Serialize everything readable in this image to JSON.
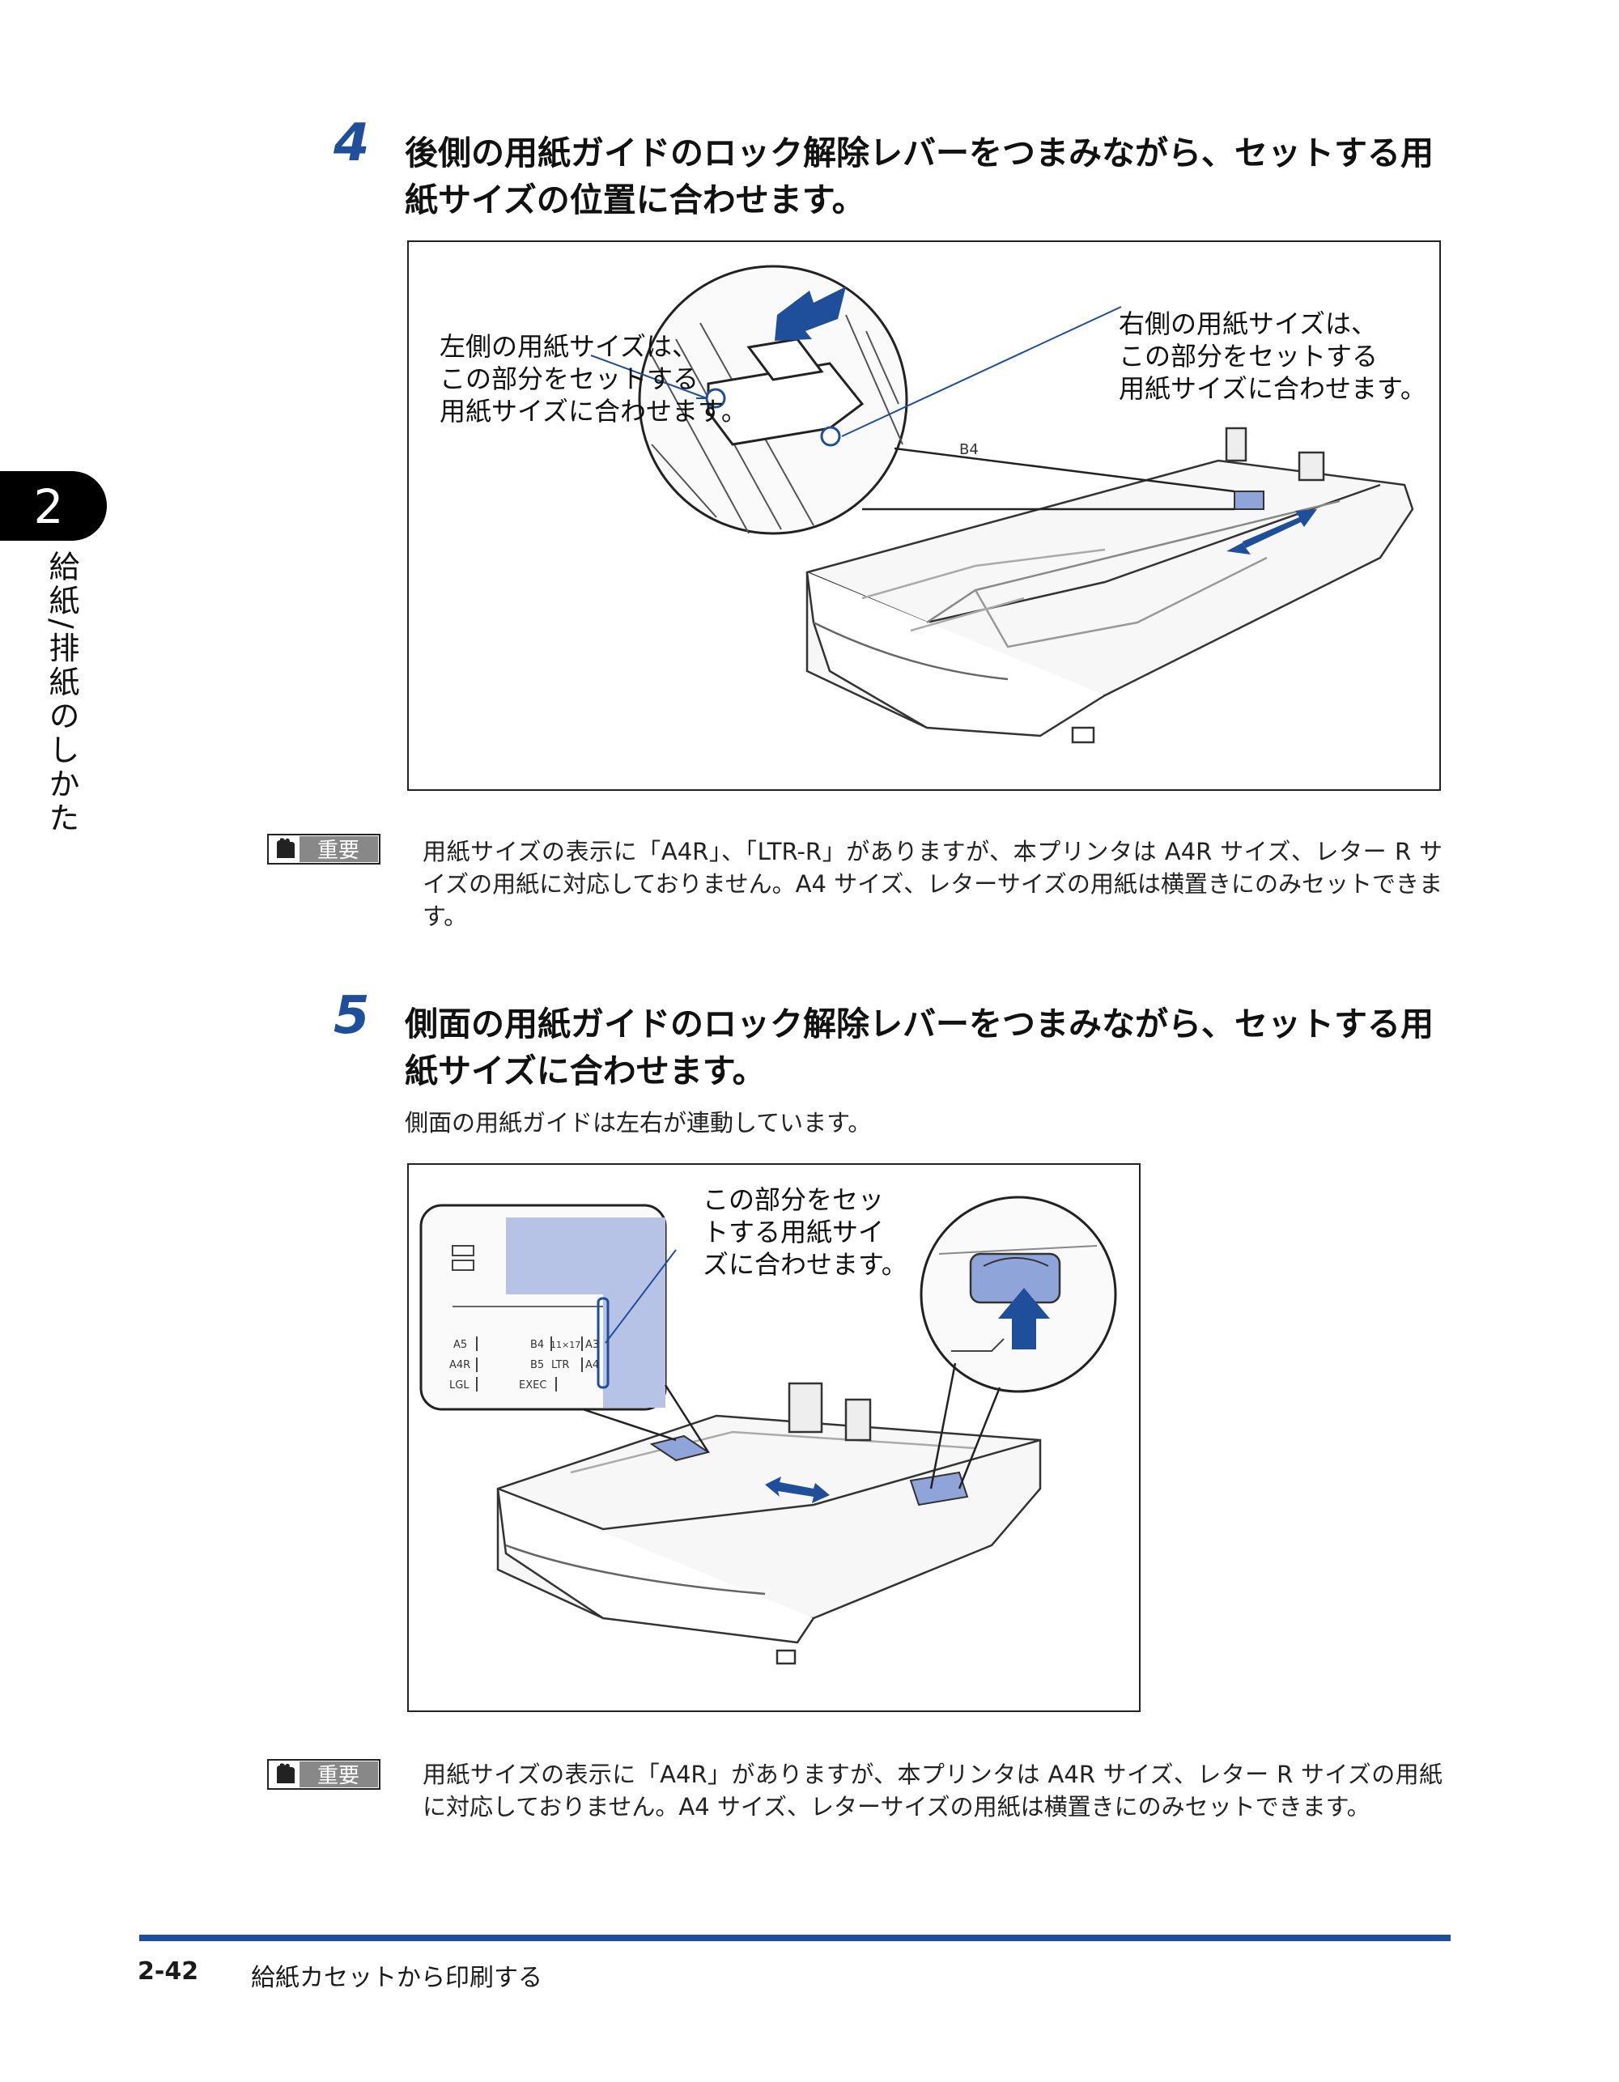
{
  "sidebar": {
    "chapter_number": "2",
    "chapter_title": "給紙/排紙のしかた"
  },
  "step4": {
    "number": "4",
    "title": "後側の用紙ガイドのロック解除レバーをつまみながら、セットする用紙サイズの位置に合わせます。",
    "callout_left": [
      "左側の用紙サイズは、",
      "この部分をセットする",
      "用紙サイズに合わせます。"
    ],
    "callout_right": [
      "右側の用紙サイズは、",
      "この部分をセットする",
      "用紙サイズに合わせます。"
    ],
    "guide_label": "B4"
  },
  "important1": {
    "badge": "重要",
    "text": "用紙サイズの表示に「A4R」、「LTR-R」がありますが、本プリンタは A4R サイズ、レター R サイズの用紙に対応しておりません。A4 サイズ、レターサイズの用紙は横置きにのみセットできます。"
  },
  "step5": {
    "number": "5",
    "title": "側面の用紙ガイドのロック解除レバーをつまみながら、セットする用紙サイズに合わせます。",
    "description": "側面の用紙ガイドは左右が連動しています。",
    "callout": [
      "この部分をセッ",
      "トする用紙サイ",
      "ズに合わせます。"
    ],
    "scale_labels": {
      "row1": [
        "A5",
        "B4",
        "11×17",
        "A3"
      ],
      "row2": [
        "A4R",
        "B5",
        "LTR",
        "A4"
      ],
      "row3": [
        "LGL",
        "EXEC"
      ]
    }
  },
  "important2": {
    "badge": "重要",
    "text": "用紙サイズの表示に「A4R」がありますが、本プリンタは A4R サイズ、レター R サイズの用紙に対応しておりません。A4 サイズ、レターサイズの用紙は横置きにのみセットできます。"
  },
  "footer": {
    "page_number": "2-42",
    "section_title": "給紙カセットから印刷する"
  },
  "colors": {
    "accent_blue": "#1f4e9a",
    "highlight_blue": "#b7c3e6"
  }
}
